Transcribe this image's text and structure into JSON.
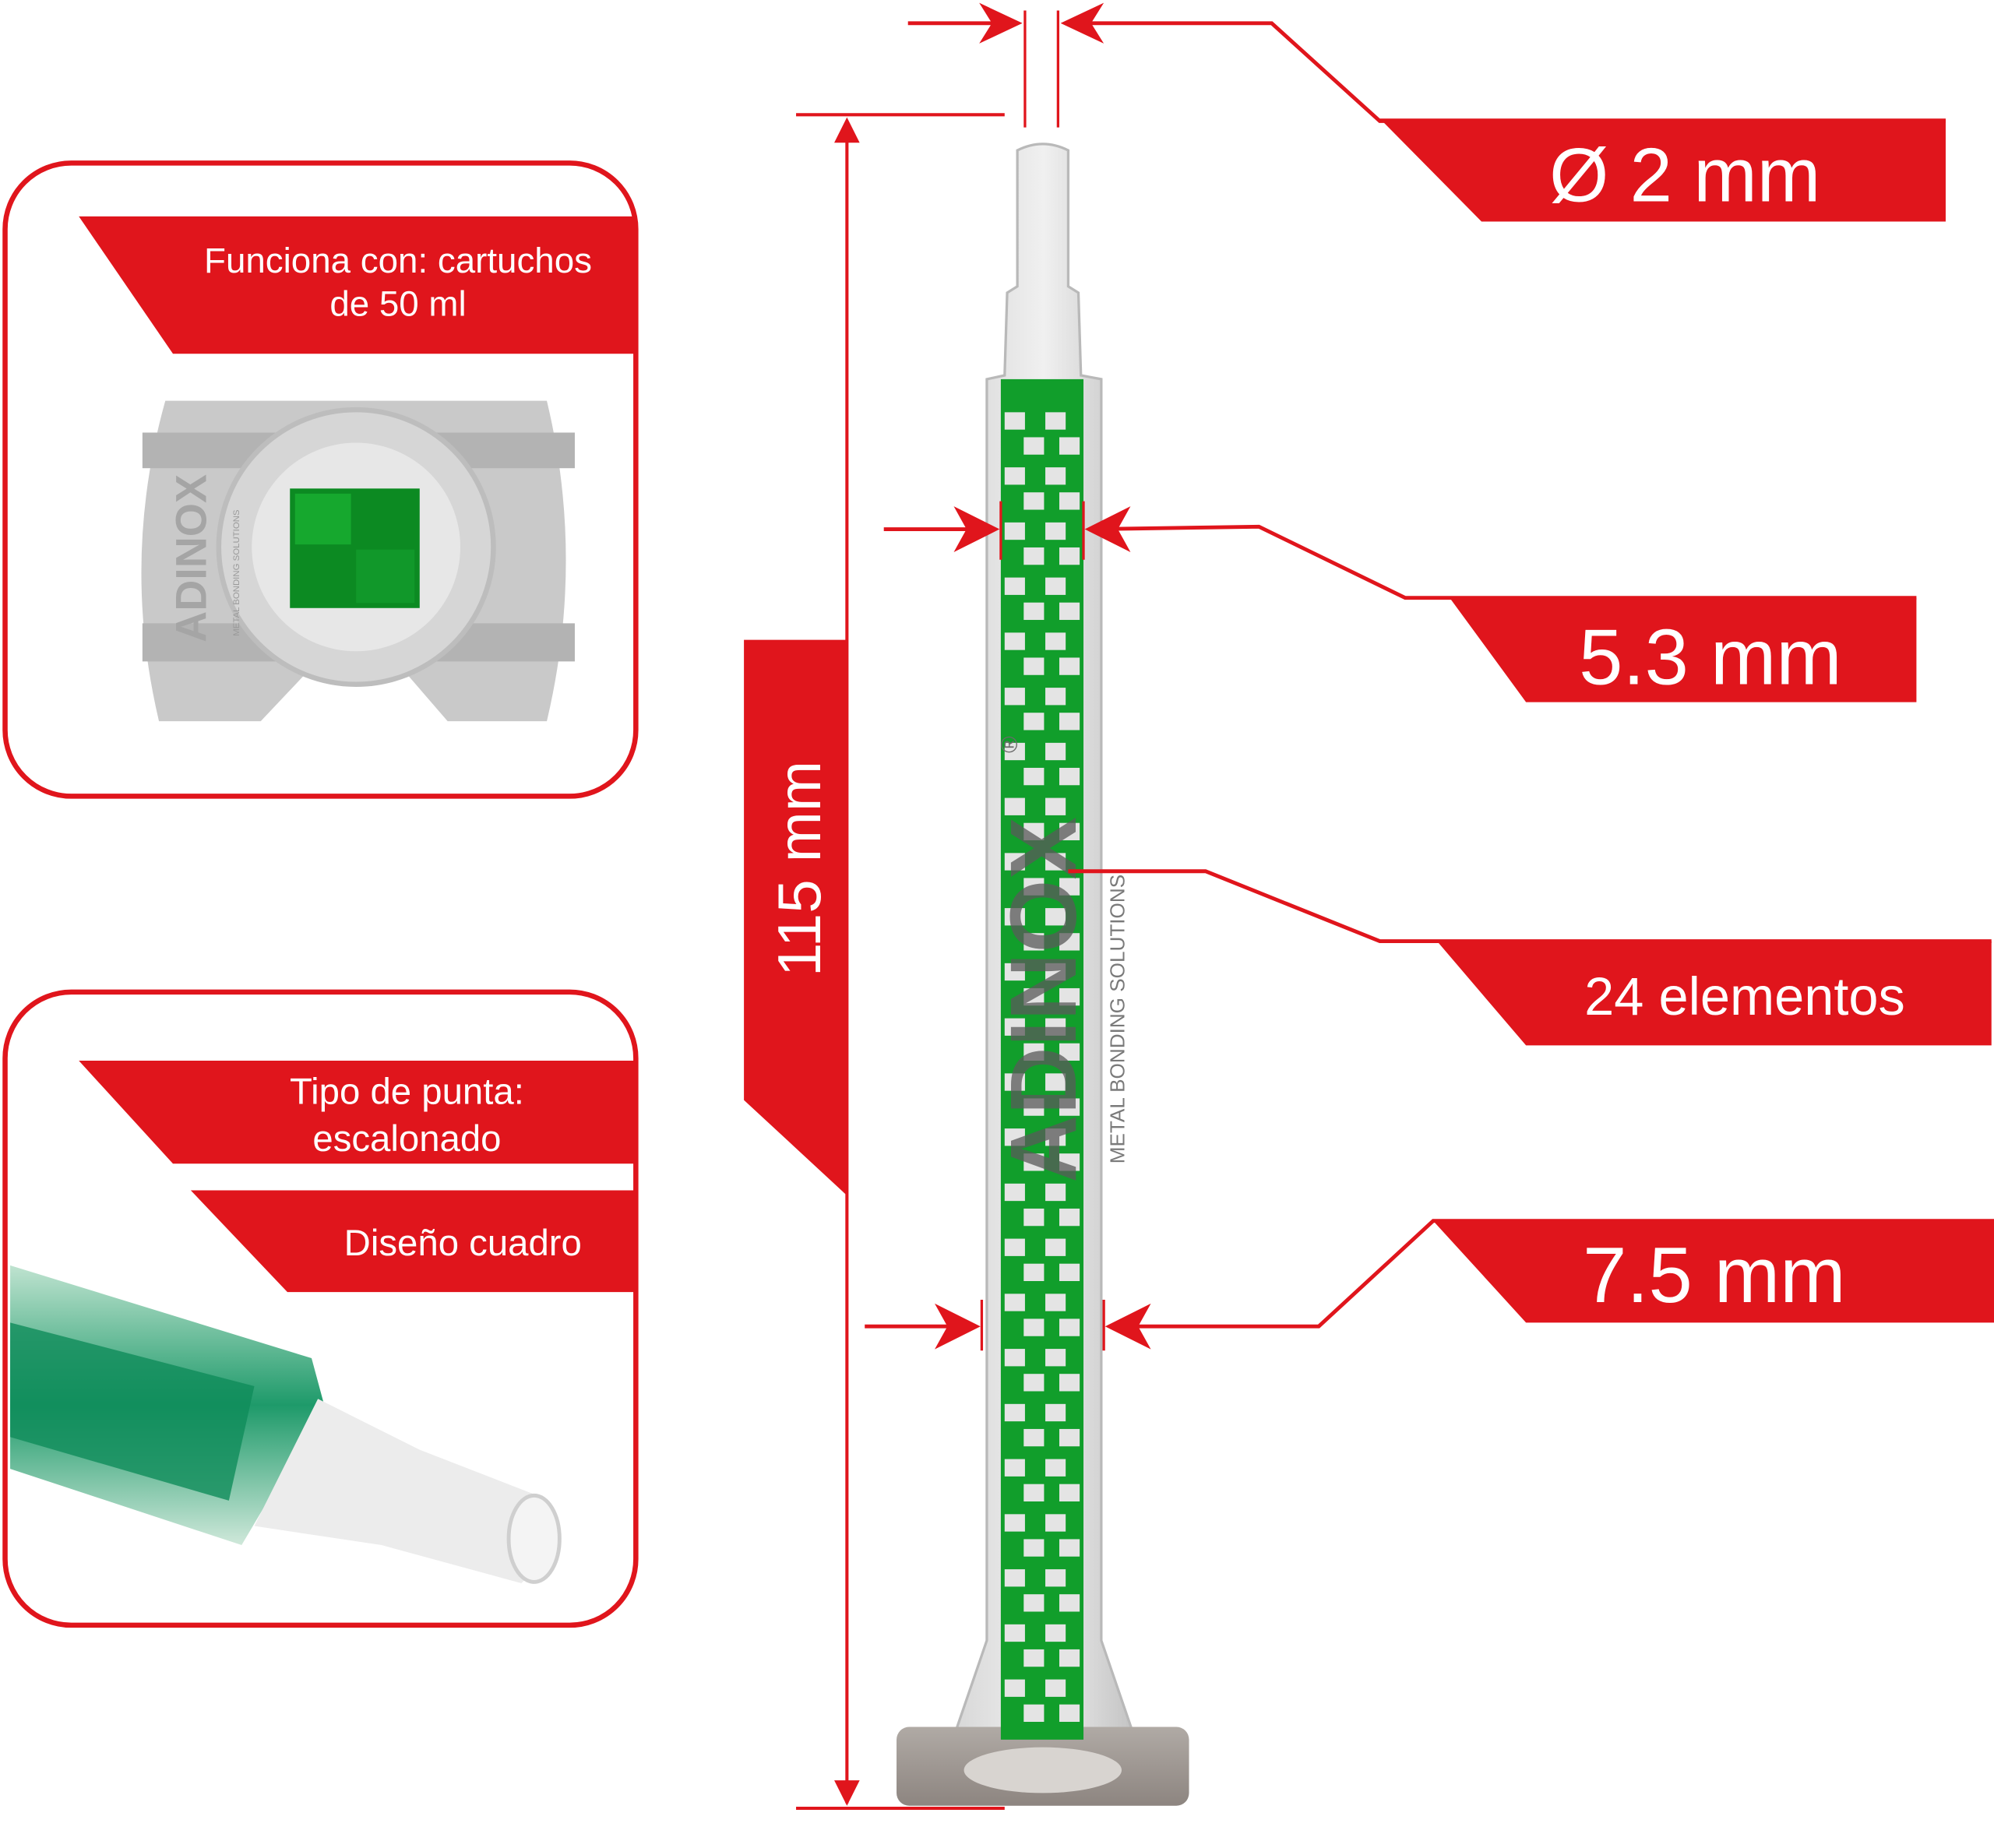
{
  "colors": {
    "accent": "#e0151c",
    "green": "#0f9a2a",
    "plastic": "#c8c8c8"
  },
  "panels": {
    "cartridge": {
      "line1": "Funciona con: cartuchos",
      "line2": "de 50 ml",
      "logo": "ADINOX",
      "logo_sub": "METAL BONDING SOLUTIONS"
    },
    "tip": {
      "line1": "Tipo de punta:",
      "line2": "escalonado",
      "design": "Diseño cuadro"
    }
  },
  "dimensions": {
    "length": "115 mm",
    "tip_diameter": "Ø 2 mm",
    "inner_width": "5.3 mm",
    "elements": "24 elementos",
    "outer_width": "7.5 mm"
  },
  "mixer": {
    "logo": "ADINOX",
    "registered": "®",
    "logo_sub": "METAL BONDING SOLUTIONS",
    "element_count": 24
  }
}
